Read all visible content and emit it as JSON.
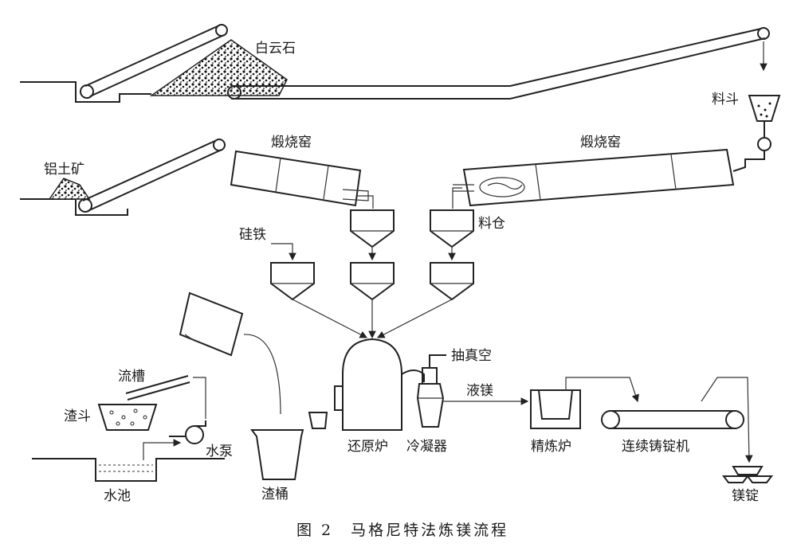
{
  "labels": {
    "dolomite": "白云石",
    "bauxite": "铝土矿",
    "hopper": "料斗",
    "kiln_left": "煅烧窑",
    "kiln_right": "煅烧窑",
    "bin": "料仓",
    "ferrosilicon": "硅铁",
    "vacuum": "抽真空",
    "furnace": "还原炉",
    "condenser": "冷凝器",
    "liquid_mg": "液镁",
    "refining": "精炼炉",
    "caster": "连续铸锭机",
    "ingot": "镁锭",
    "trough": "流槽",
    "slag_hopper": "渣斗",
    "pump": "水泵",
    "pool": "水池",
    "slag_bucket": "渣桶"
  },
  "caption": "图 2　马格尼特法炼镁流程"
}
